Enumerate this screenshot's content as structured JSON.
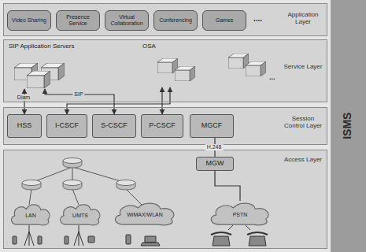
{
  "diagram": {
    "nodes": [
      {
        "text": [
          "Application Layer"
        ]
      },
      {
        "text": [
          "Video Sharing"
        ],
        "in": 0
      },
      {
        "text": [
          "Presence Service"
        ],
        "in": 0
      },
      {
        "text": [
          "Virtual Collaboration"
        ],
        "in": 0
      },
      {
        "text": [
          "Conferencing"
        ],
        "in": 0
      },
      {
        "text": [
          "Games"
        ],
        "in": 0
      },
      {
        "text": [
          "Service Layer"
        ]
      },
      {
        "text": [
          "SIP Application Servers"
        ],
        "in": 6
      },
      {
        "text": [
          "OSA"
        ],
        "in": 6
      },
      {
        "text": [
          "Session Control Layer"
        ]
      },
      {
        "text": [
          "HSS"
        ],
        "in": 9
      },
      {
        "text": [
          "I-CSCF"
        ],
        "in": 9
      },
      {
        "text": [
          "S-CSCF"
        ],
        "in": 9
      },
      {
        "text": [
          "P-CSCF"
        ],
        "in": 9
      },
      {
        "text": [
          "MGCF"
        ],
        "in": 9
      },
      {
        "text": [
          "Access Layer"
        ]
      },
      {
        "text": [
          "MGW"
        ],
        "in": 15
      },
      {
        "text": [
          "LAN"
        ],
        "in": 15
      },
      {
        "text": [
          "UMTS"
        ],
        "in": 15
      },
      {
        "text": [
          "WiMAX/WLAN"
        ],
        "in": 15
      },
      {
        "text": [
          "PSTN"
        ],
        "in": 15
      },
      {
        "text": [
          "ISMS"
        ]
      }
    ],
    "edges": [
      {
        "from": 7,
        "to": 10,
        "arrow": "both",
        "label": "Diam"
      },
      {
        "from": 7,
        "to": 12,
        "arrow": "both",
        "label": "SIP"
      },
      {
        "from": 8,
        "to": 11,
        "arrow": "both"
      },
      {
        "from": 8,
        "to": 13,
        "arrow": "both"
      },
      {
        "from": 14,
        "to": 16,
        "arrow": "none",
        "label": "H.248"
      },
      {
        "from": 16,
        "to": 20,
        "arrow": "none"
      }
    ],
    "labels": [
      "....",
      "..."
    ]
  }
}
